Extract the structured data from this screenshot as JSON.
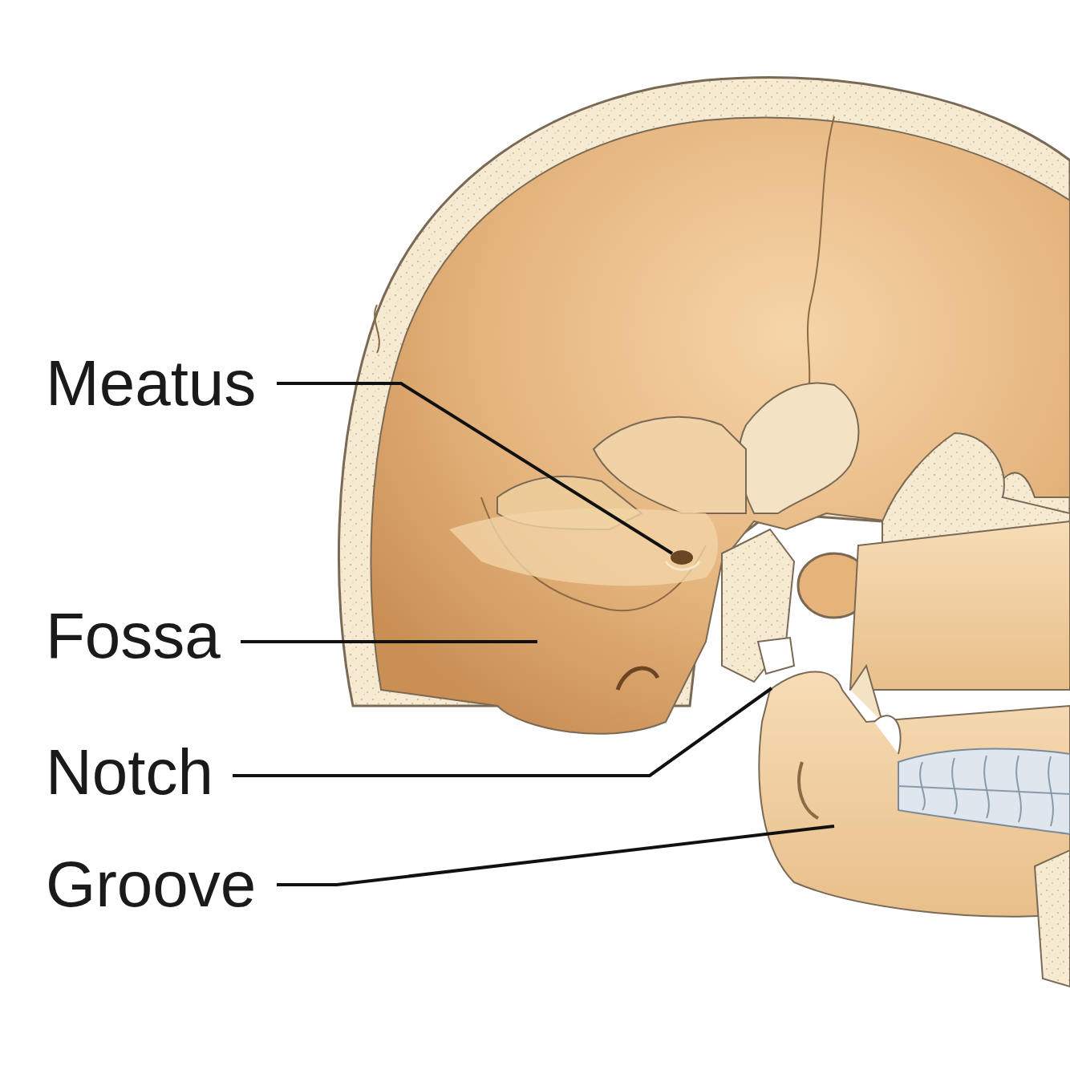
{
  "diagram": {
    "labels": [
      "Meatus",
      "Fossa",
      "Notch",
      "Groove"
    ]
  }
}
